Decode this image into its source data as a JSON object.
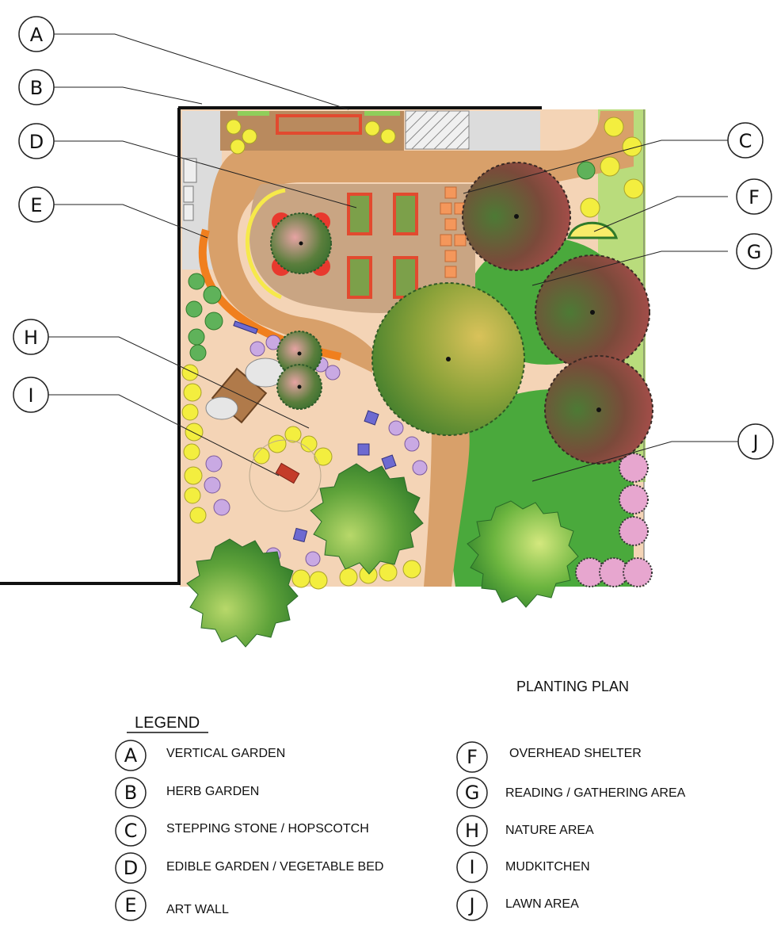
{
  "plan_title": "PLANTING PLAN",
  "legend_title": "LEGEND",
  "legend_items": [
    {
      "key": "A",
      "label": "VERTICAL GARDEN"
    },
    {
      "key": "B",
      "label": "HERB GARDEN"
    },
    {
      "key": "C",
      "label": "STEPPING STONE / HOPSCOTCH"
    },
    {
      "key": "D",
      "label": "EDIBLE GARDEN / VEGETABLE BED"
    },
    {
      "key": "E",
      "label": "ART WALL"
    },
    {
      "key": "F",
      "label": "OVERHEAD SHELTER"
    },
    {
      "key": "G",
      "label": "READING / GATHERING AREA"
    },
    {
      "key": "H",
      "label": "NATURE AREA"
    },
    {
      "key": "I",
      "label": "MUDKITCHEN"
    },
    {
      "key": "J",
      "label": "LAWN AREA"
    }
  ],
  "callouts": [
    "A",
    "B",
    "C",
    "D",
    "E",
    "F",
    "G",
    "H",
    "I",
    "J"
  ]
}
